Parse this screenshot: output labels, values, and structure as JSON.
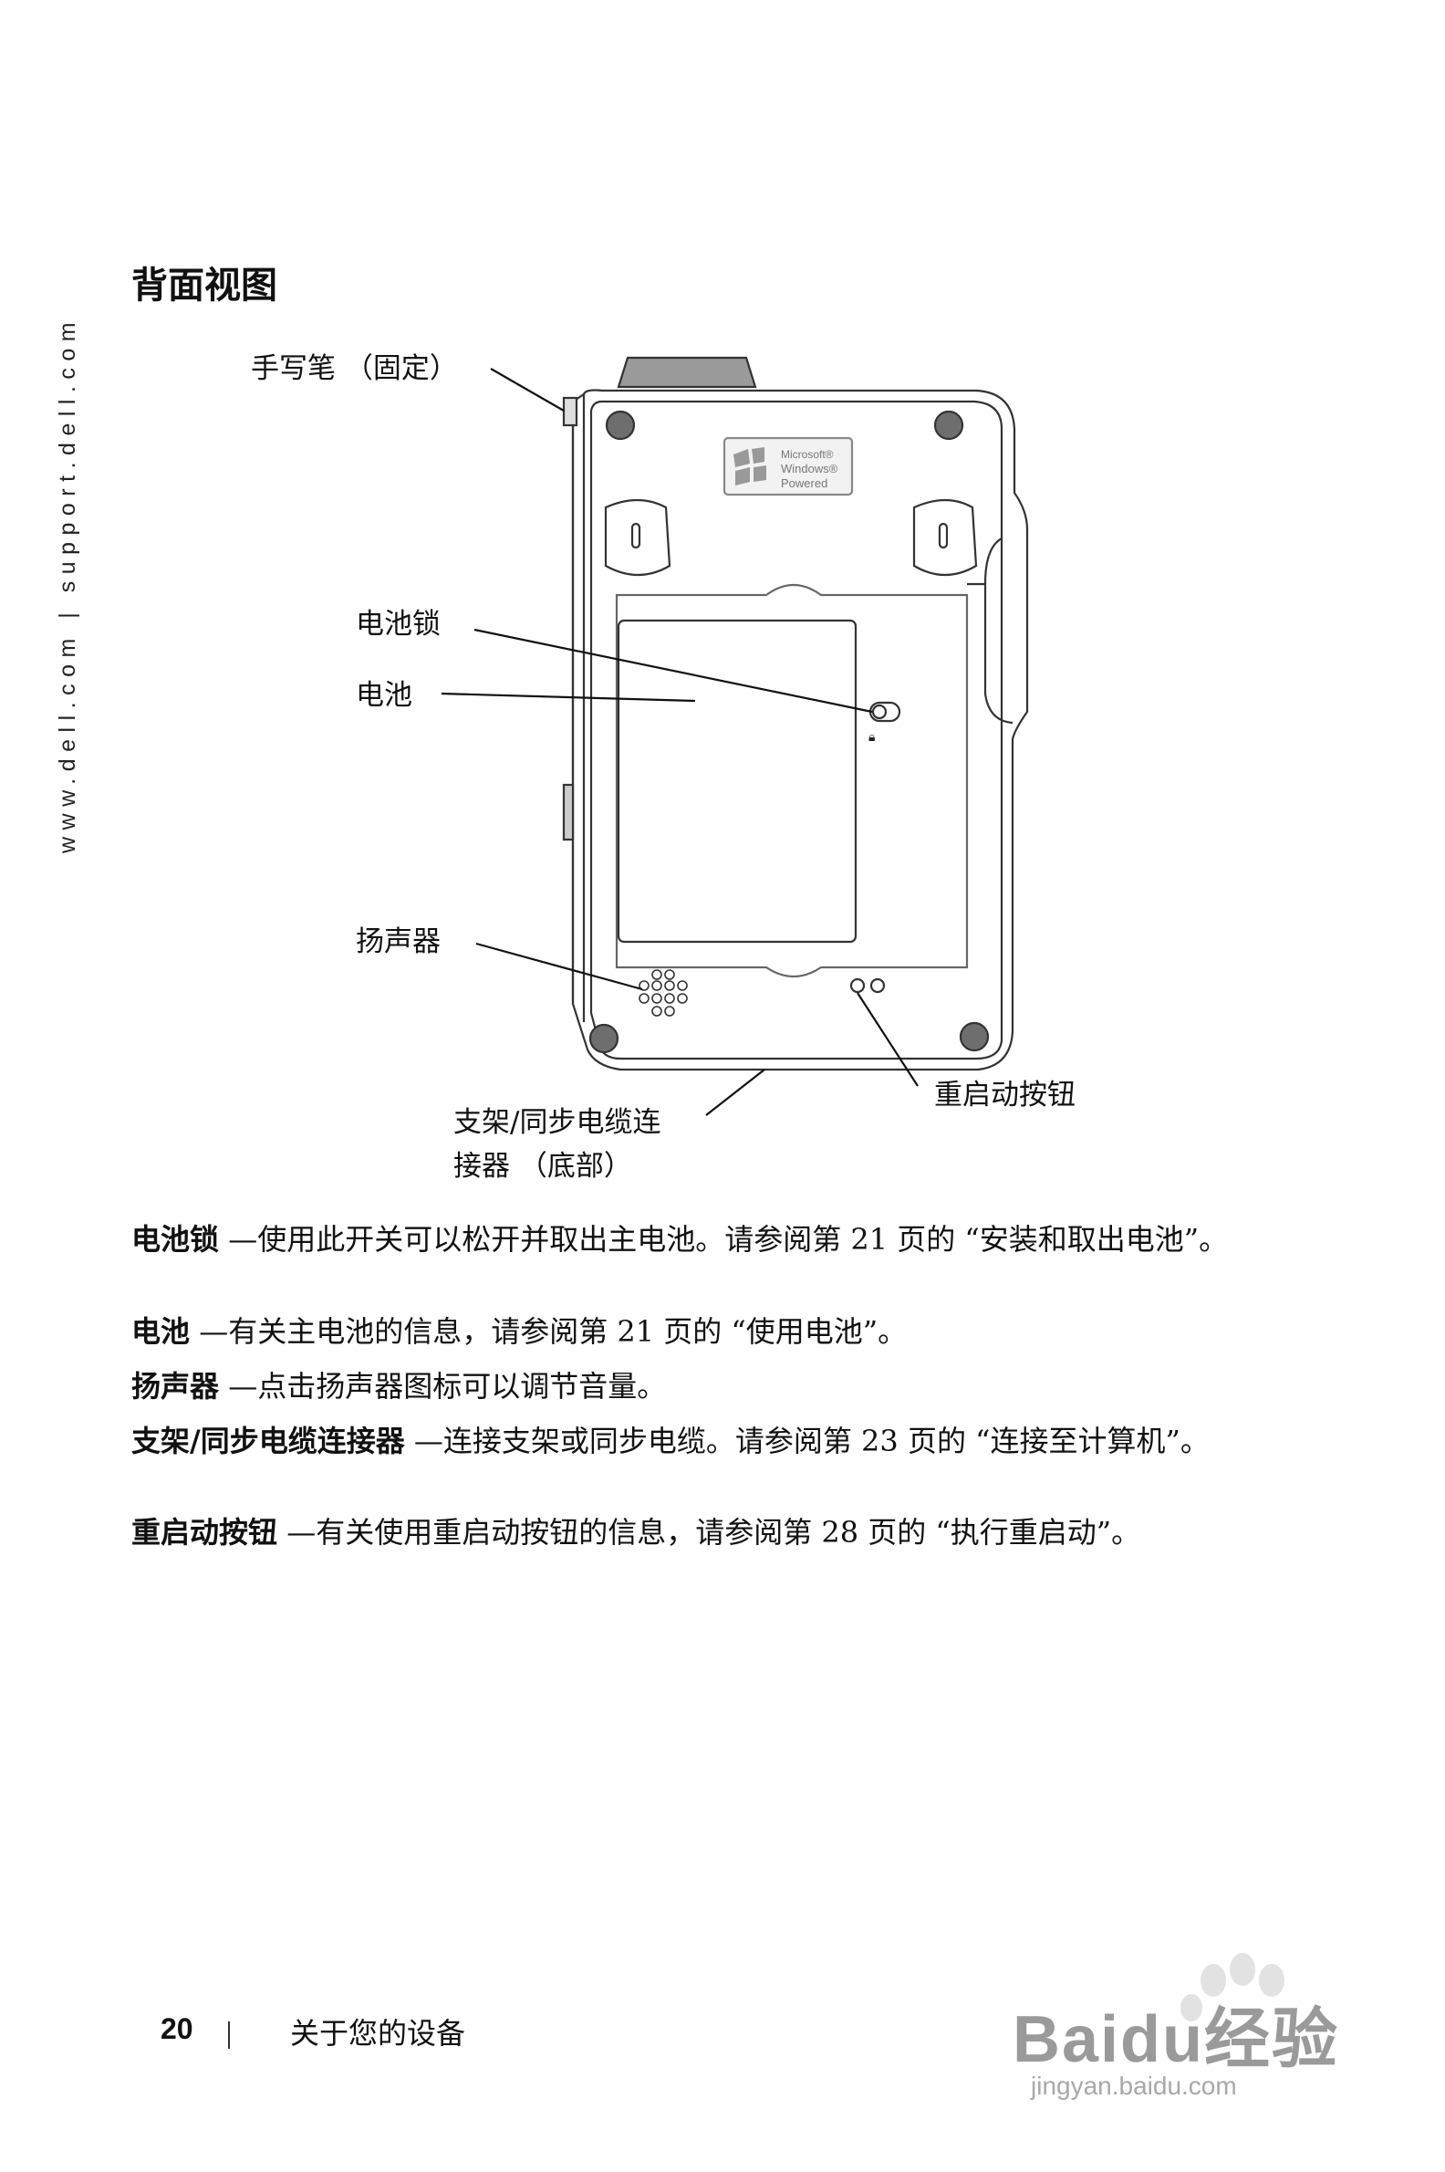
{
  "sidebar": {
    "url": "www.dell.com | support.dell.com"
  },
  "section": {
    "title": "背面视图"
  },
  "callouts": {
    "stylus": "手写笔 （固定）",
    "battery_lock": "电池锁",
    "battery": "电池",
    "speaker": "扬声器",
    "cradle_line1": "支架/同步电缆连",
    "cradle_line2": "接器 （底部）",
    "reset": "重启动按钮"
  },
  "device_logo": {
    "line1": "Microsoft®",
    "line2": "Windows®",
    "line3": "Powered"
  },
  "descriptions": [
    {
      "term": "电池锁",
      "text": " —使用此开关可以松开并取出主电池。请参阅第 21 页的 “安装和取出电池”。"
    },
    {
      "term": "电池",
      "text": " —有关主电池的信息，请参阅第 21 页的 “使用电池”。"
    },
    {
      "term": "扬声器",
      "text": " —点击扬声器图标可以调节音量。"
    },
    {
      "term": "支架/同步电缆连接器",
      "text": " —连接支架或同步电缆。请参阅第 23 页的 “连接至计算机”。"
    },
    {
      "term": "重启动按钮",
      "text": " —有关使用重启动按钮的信息，请参阅第 28 页的 “执行重启动”。"
    }
  ],
  "footer": {
    "page_number": "20",
    "chapter": "关于您的设备"
  },
  "watermark": {
    "text": "Baidu经验",
    "url": "jingyan.baidu.com"
  }
}
